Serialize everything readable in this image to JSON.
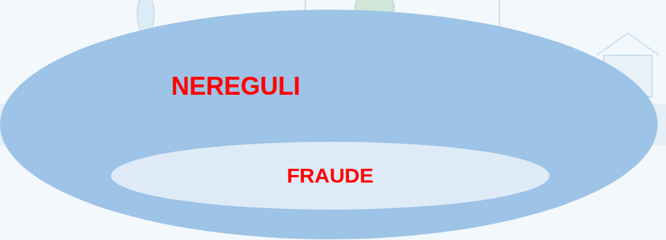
{
  "diagram": {
    "nodes": [
      {
        "text": [
          "NEREGULI"
        ]
      },
      {
        "text": [
          "FRAUDE"
        ],
        "in": 0
      }
    ]
  }
}
